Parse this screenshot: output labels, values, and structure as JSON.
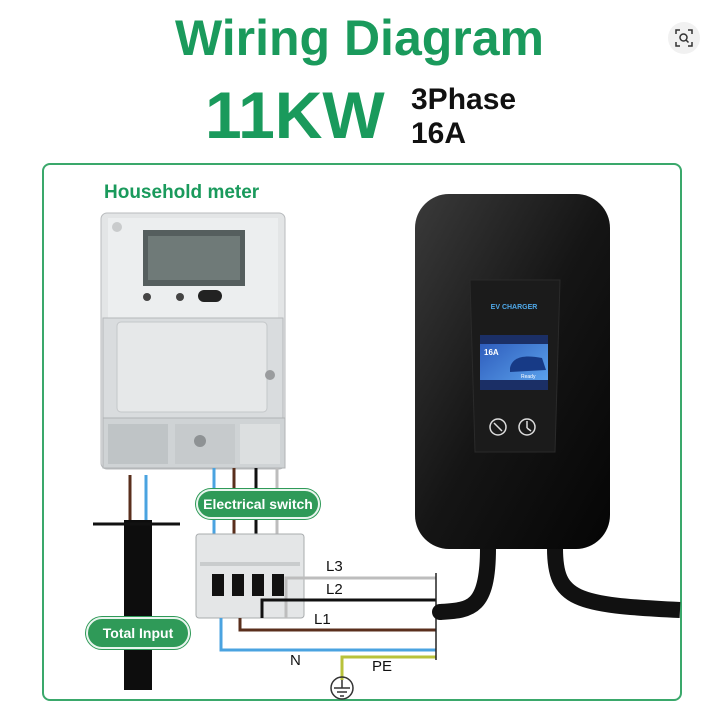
{
  "header": {
    "title": "Wiring Diagram",
    "power": "11KW",
    "phase": "3Phase",
    "current": "16A"
  },
  "labels": {
    "household_meter": "Household meter",
    "electrical_switch": "Electrical switch",
    "total_input": "Total Input"
  },
  "wires": {
    "l3": "L3",
    "l2": "L2",
    "l1": "L1",
    "n": "N",
    "pe": "PE"
  },
  "charger": {
    "brand_text": "EV CHARGER",
    "screen_current": "16A",
    "screen_status": "Ready"
  },
  "icons": {
    "zoom": "image-search-icon",
    "ground": "ground-symbol-icon"
  },
  "colors": {
    "accent": "#1a9a5c",
    "wire_blue": "#4aa3e0",
    "wire_brown": "#5a2f1c",
    "wire_black": "#111111",
    "wire_grey": "#bdbdbd",
    "wire_pe": "#b8c23a"
  }
}
